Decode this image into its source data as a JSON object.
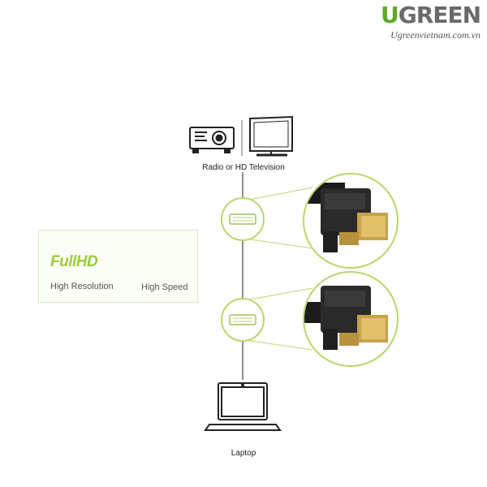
{
  "brand": {
    "logo_text": "UGREEN",
    "website": "Ugreenvietnam.com.vn"
  },
  "devices": {
    "top_label": "Radio or HD Television",
    "bottom_label": "Laptop"
  },
  "features": {
    "resolution_badge": "FullHD",
    "resolution_label": "High Resolution",
    "speed_label": "High Speed"
  },
  "colors": {
    "accent_green": "#9ccb3b",
    "brand_green": "#5fa829"
  }
}
